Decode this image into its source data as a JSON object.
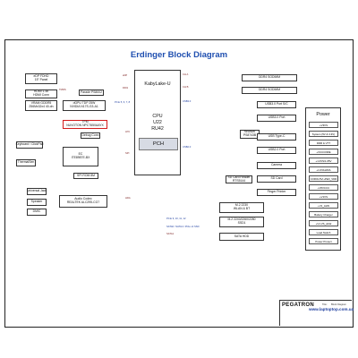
{
  "title": "Erdinger Block Diagram",
  "cpu": {
    "name": "KabyLake-U",
    "lines": [
      "CPU",
      "U22",
      "RU42"
    ],
    "pch": "PCH"
  },
  "left_boxes": {
    "edp_panel": "eDP FDHD\n15\" Panel",
    "hdmi": "HDMI 1.4b\nHDMI Conn",
    "vram": "VRAM GDDR5\n256Mx32x4 40-dn",
    "gpu": "dGPU TDP 25W\nNVIDIA N17S-G3-A1",
    "parade": "Parade PS8002",
    "tpm": "TPM\nNUVOTON NPCT650AAYX",
    "debug": "Debug Conn",
    "keyboard": "Keyboard / ClickPad",
    "thermal": "ThermalSen",
    "ec": "EC\nITE8987E-BX",
    "spi": "SPI ROM 8M",
    "universal_jack": "Universal Jack",
    "speaker": "Speaker",
    "dmic": "DMIC",
    "audio_codec": "Audio Codec\nREALTEK ALC295-CG7"
  },
  "right_boxes": {
    "ddr4_1": "DDR4 SODIMM",
    "ddr4_2": "DDR4 SODIMM",
    "usb30_sc": "USB3.0 Port S/C",
    "usb30": "USB3.0 Port",
    "redriver": "Redriver\nPS8743B",
    "usb_typec": "USB Type-C",
    "usb20": "USB2.0 Port",
    "camera": "Camera",
    "cardreader": "SD Card Reader\nRTS5144",
    "sd_card": "SD Card",
    "finger": "Finger Printer",
    "wlan": "M.2 2230\nWLAN & BT",
    "ssd": "M.2 2240/2260/2280\nSSD1",
    "sata_hdd": "SATA HDD"
  },
  "bus_tags": {
    "edp": "eDP",
    "ddi": "DDI1",
    "tmds": "TMDS",
    "peg": "PCIe x4 (PEG)",
    "pcie_lanes": "PCIe 5, 6, 7, 8",
    "lpc": "LPC",
    "spi": "SPI",
    "hda": "HDA",
    "ch_a": "CH A",
    "ch_b": "CH B",
    "usb3": "USB3.0",
    "usb2": "USB2.0",
    "pcie_wlan": "PCIe 9 / USB",
    "pcie_ssd": "PCIe 9, 10, 11, 12",
    "sata_pcie": "SATA0 / SATA4 / PCIe x4 SSD",
    "sata1": "SATA1"
  },
  "power": {
    "title": "Power",
    "items": [
      "+V3VS",
      "System (5V & 3.3V)",
      "DDR & VTT",
      "+VCCCORE",
      "+1.0VS/1.05V",
      "+1.0VALW/A",
      "COROL5V/+PEX_VDD",
      "+V5VCCC",
      "+V1VS",
      "+V1_ALW",
      "Battery Charger",
      "+V1.VS_ALW",
      "Load Switch",
      "Power Protect"
    ]
  },
  "title_block": {
    "company": "PEGATRON",
    "title_label": "Title :",
    "title_value": "Block Diagram",
    "watermark": "www.laptoptop.com.ua"
  }
}
